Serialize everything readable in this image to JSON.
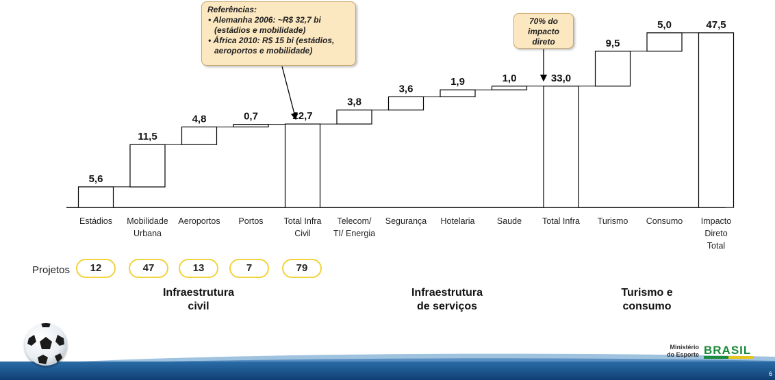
{
  "chart_data": {
    "type": "bar",
    "subtype": "waterfall",
    "categories": [
      "Estádios",
      "Mobilidade Urbana",
      "Aeroportos",
      "Portos",
      "Total Infra Civil",
      "Telecom/ TI/ Energia",
      "Segurança",
      "Hotelaria",
      "Saude",
      "Total Infra",
      "Turismo",
      "Consumo",
      "Impacto Direto Total"
    ],
    "category_lines": [
      [
        "Estádios"
      ],
      [
        "Mobilidade",
        "Urbana"
      ],
      [
        "Aeroportos"
      ],
      [
        "Portos"
      ],
      [
        "Total Infra",
        "Civil"
      ],
      [
        "Telecom/",
        "TI/ Energia"
      ],
      [
        "Segurança"
      ],
      [
        "Hotelaria"
      ],
      [
        "Saude"
      ],
      [
        "Total Infra"
      ],
      [
        "Turismo"
      ],
      [
        "Consumo"
      ],
      [
        "Impacto",
        "Direto",
        "Total"
      ]
    ],
    "values": [
      5.6,
      11.5,
      4.8,
      0.7,
      22.7,
      3.8,
      3.6,
      1.9,
      1.0,
      33.0,
      9.5,
      5.0,
      47.5
    ],
    "value_labels": [
      "5,6",
      "11,5",
      "4,8",
      "0,7",
      "22,7",
      "3,8",
      "3,6",
      "1,9",
      "1,0",
      "33,0",
      "9,5",
      "5,0",
      "47,5"
    ],
    "is_total": [
      false,
      false,
      false,
      false,
      true,
      false,
      false,
      false,
      false,
      true,
      false,
      false,
      true
    ],
    "ylim": [
      0,
      50
    ],
    "grid": false,
    "legend": "none",
    "title": "",
    "xlabel": "",
    "ylabel": ""
  },
  "callouts": {
    "references": {
      "title": "Referências:",
      "items": [
        "Alemanha 2006: ~R$ 32,7 bi (estádios e mobilidade)",
        "África 2010: R$ 15 bi (estádios, aeroportos e mobilidade)"
      ]
    },
    "impact": {
      "line1": "70% do",
      "line2": "impacto",
      "line3": "direto"
    }
  },
  "projects": {
    "label": "Projetos",
    "counts": [
      "12",
      "47",
      "13",
      "7",
      "79"
    ]
  },
  "sections": [
    {
      "line1": "Infraestrutura",
      "line2": "civil"
    },
    {
      "line1": "Infraestrutura",
      "line2": "de serviços"
    },
    {
      "line1": "Turismo e",
      "line2": "consumo"
    }
  ],
  "footer": {
    "ministry_line1": "Ministério",
    "ministry_line2": "do Esporte",
    "brand": "BRASIL",
    "page_number": "6"
  },
  "colors": {
    "bar_fill": "#ffffff",
    "bar_stroke": "#000000",
    "callout_fill": "#fbe7c0",
    "pill_border": "#f2d23c",
    "footer_blue": "#1d5690"
  },
  "icons": [
    "soccer-ball-icon",
    "brasil-flag-logo"
  ]
}
